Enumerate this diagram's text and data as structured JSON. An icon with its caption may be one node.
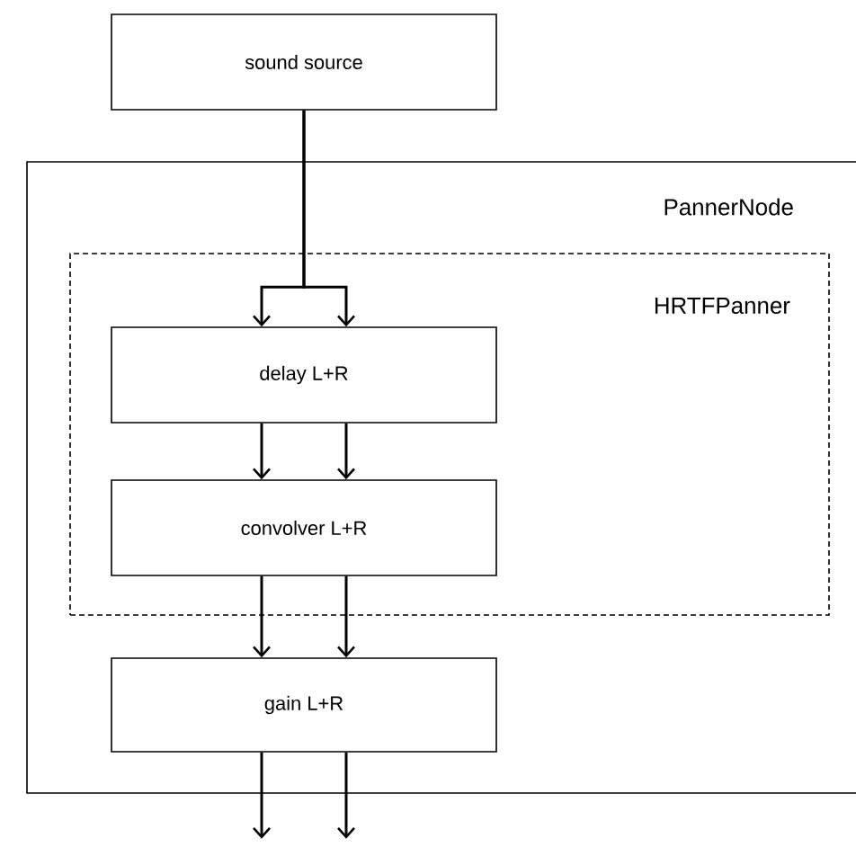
{
  "diagram": {
    "nodes": [
      {
        "text": [
          "sound source"
        ]
      },
      {
        "text": [
          "PannerNode"
        ]
      },
      {
        "text": [
          "HRTFPanner"
        ],
        "in": 1
      },
      {
        "text": [
          "delay L+R"
        ],
        "in": 2
      },
      {
        "text": [
          "convolver L+R"
        ],
        "in": 2
      },
      {
        "text": [
          "gain L+R"
        ],
        "in": 1
      }
    ],
    "edges": [
      {
        "from": 0,
        "to": 3,
        "arrow": "to"
      },
      {
        "from": 0,
        "to": 3,
        "arrow": "to"
      },
      {
        "from": 3,
        "to": 4,
        "arrow": "to"
      },
      {
        "from": 3,
        "to": 4,
        "arrow": "to"
      },
      {
        "from": 4,
        "to": 5,
        "arrow": "to"
      },
      {
        "from": 4,
        "to": 5,
        "arrow": "to"
      },
      {
        "from": 5,
        "to": null,
        "arrow": "to"
      },
      {
        "from": 5,
        "to": null,
        "arrow": "to"
      }
    ]
  }
}
